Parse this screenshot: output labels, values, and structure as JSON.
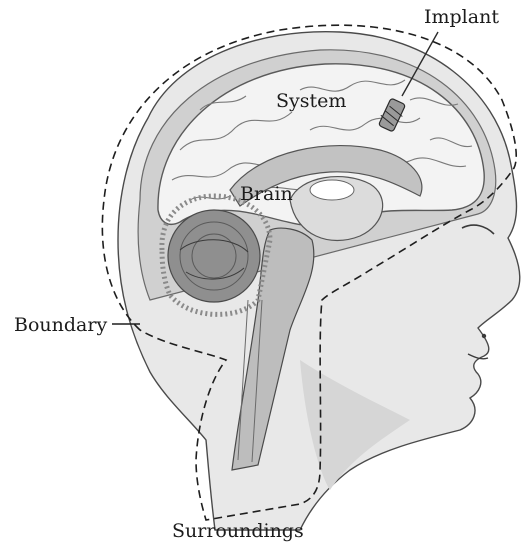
{
  "labels": {
    "implant": "Implant",
    "system": "System",
    "brain": "Brain",
    "boundary": "Boundary",
    "surroundings": "Surroundings"
  },
  "colors": {
    "skin": "#e6e6e6",
    "skull": "#d4d4d4",
    "cortex": "#f4f4f4",
    "cerebellum": "#8a8a8a",
    "inner": "#b8b8b8",
    "outline": "#3a3a3a",
    "boundary": "#1e1e1e"
  }
}
